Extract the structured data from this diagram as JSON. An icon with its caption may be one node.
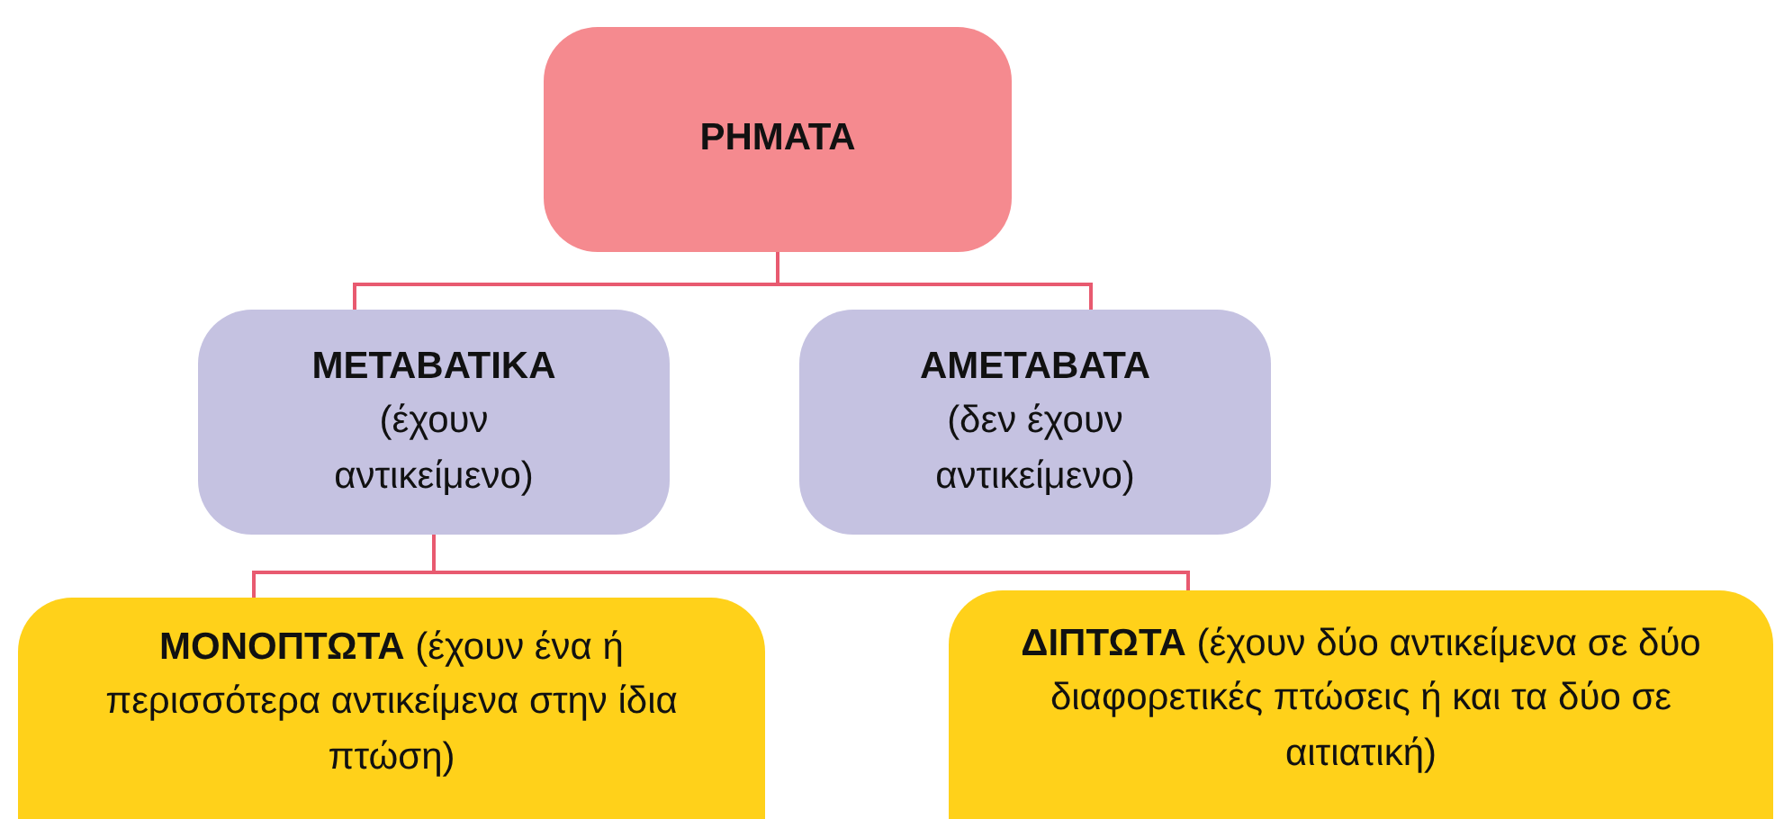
{
  "diagram": {
    "nodes": [
      {
        "text": [
          "ΡΗΜΑΤΑ"
        ]
      },
      {
        "text": [
          "ΜΕΤΑΒΑΤΙΚΑ",
          "(έχουν αντικείμενο)"
        ]
      },
      {
        "text": [
          "ΑΜΕΤΑΒΑΤΑ",
          "(δεν έχουν αντικείμενο)"
        ]
      },
      {
        "text": [
          "**ΜΟΝΟΠΤΩΤΑ** (έχουν ένα ή περισσότερα αντικείμενα στην ίδια πτώση)"
        ]
      },
      {
        "text": [
          "**ΔΙΠΤΩΤΑ** (έχουν δύο αντικείμενα σε δύο διαφορετικές πτώσεις ή και τα δύο σε αιτιατική)"
        ]
      }
    ],
    "edges": [
      {
        "from": 0,
        "to": 1,
        "arrow": "none"
      },
      {
        "from": 0,
        "to": 2,
        "arrow": "none"
      },
      {
        "from": 1,
        "to": 3,
        "arrow": "none"
      },
      {
        "from": 1,
        "to": 4,
        "arrow": "none"
      }
    ]
  }
}
